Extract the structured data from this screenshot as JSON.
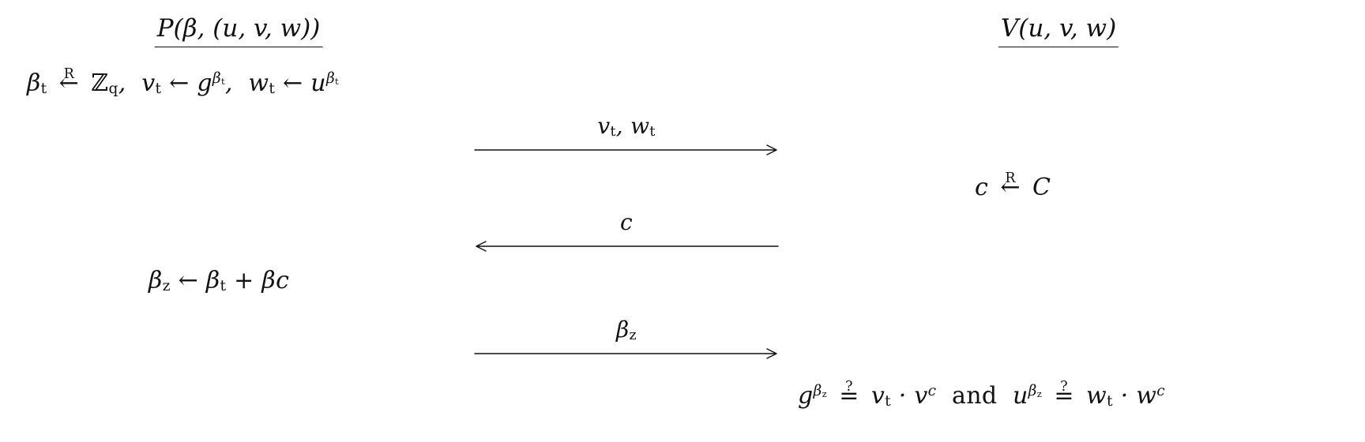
{
  "figure": {
    "prover": {
      "title": "P(β, (u, v, w))",
      "commit_step": "β_{t} \\lR \\text{ℤ}_{q},  v_{t} ← g^{β_{t}},  w_{t} ← u^{β_{t}}",
      "response_step": "β_{z} ← β_{t} + βc"
    },
    "verifier": {
      "title": "V(u, v, w)",
      "challenge_step": "c \\lR C",
      "check_step": "g^{β_{z}} \\qeq v_{t} · v^{c} \\text{ and } u^{β_{z}} \\qeq w_{t} · w^{c}"
    },
    "messages": [
      {
        "label": "v_{t}, w_{t}",
        "direction": "right"
      },
      {
        "label": "c",
        "direction": "left"
      },
      {
        "label": "β_{z}",
        "direction": "right"
      }
    ],
    "colors": {
      "ink": "#111111",
      "background": "#ffffff"
    }
  }
}
